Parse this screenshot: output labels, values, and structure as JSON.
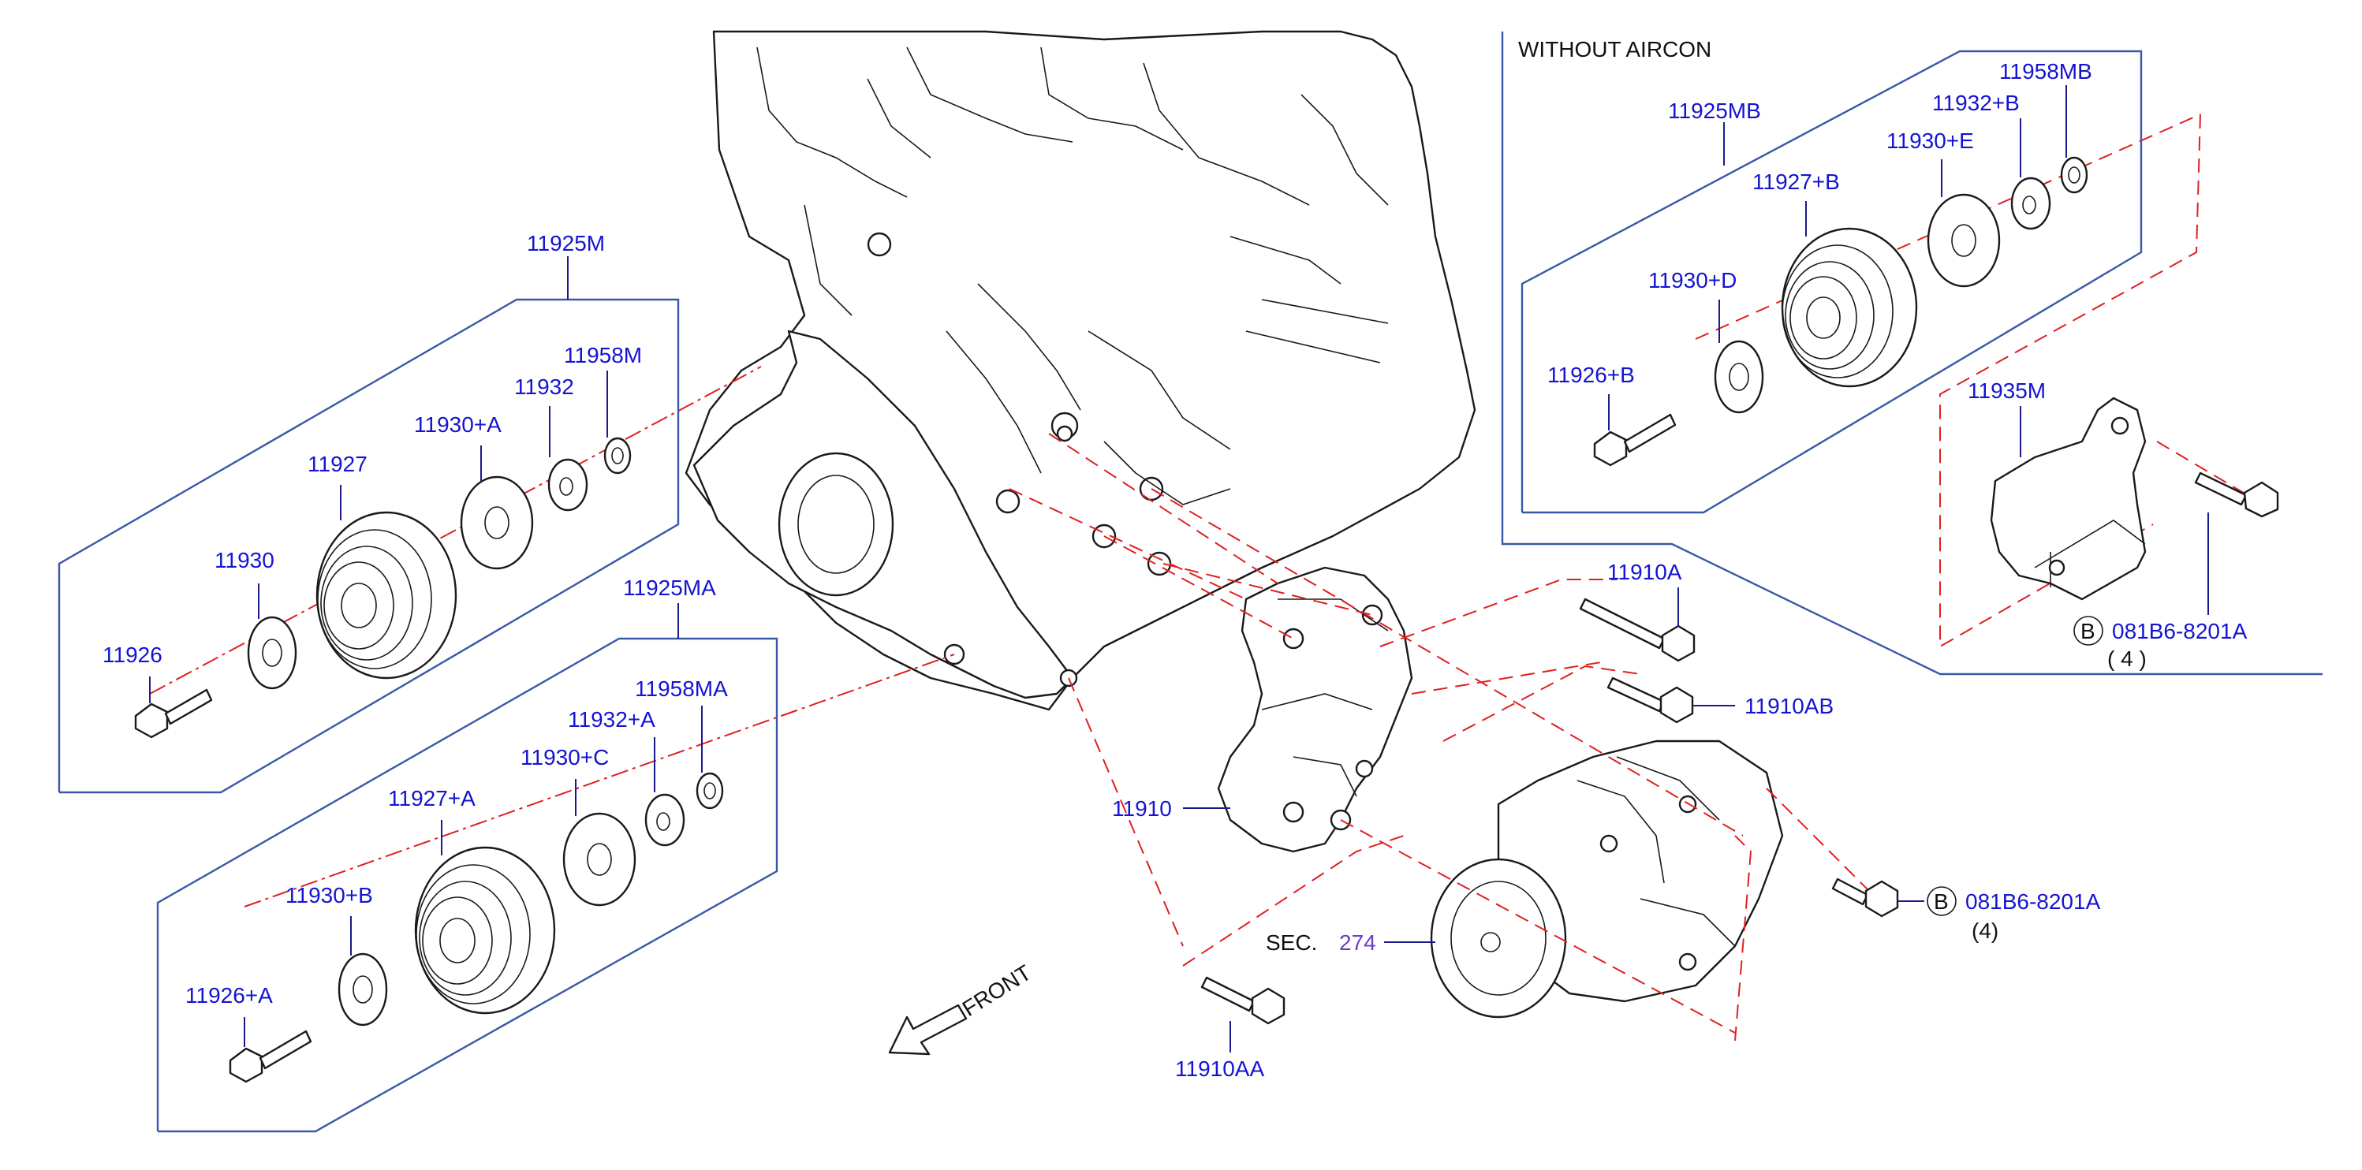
{
  "figure_code": "J27500JP",
  "labels": {
    "without_aircon": "WITHOUT   AIRCON",
    "p11925M": "11925M",
    "p11958M": "11958M",
    "p11932": "11932",
    "p11930A": "11930+A",
    "p11927": "11927",
    "p11930": "11930",
    "p11926": "11926",
    "p11925MA": "11925MA",
    "p11958MA": "11958MA",
    "p11932A": "11932+A",
    "p11930C": "11930+C",
    "p11927A": "11927+A",
    "p11930B": "11930+B",
    "p11926A": "11926+A",
    "p11925MB": "11925MB",
    "p11958MB": "11958MB",
    "p11932B": "11932+B",
    "p11930E": "11930+E",
    "p11927B": "11927+B",
    "p11930D": "11930+D",
    "p11926B": "11926+B",
    "p11935M": "11935M",
    "bolt_b_top": "081B6-8201A",
    "qty_b_top": "( 4    )",
    "p11910A": "11910A",
    "p11910AB": "11910AB",
    "p11910": "11910",
    "sec": "SEC.",
    "sec_num": "274",
    "bolt_b_bottom": "081B6-8201A",
    "qty_b_bottom": "(4)",
    "p11910AA": "11910AA",
    "front": "FRONT",
    "circle_b": "B"
  }
}
